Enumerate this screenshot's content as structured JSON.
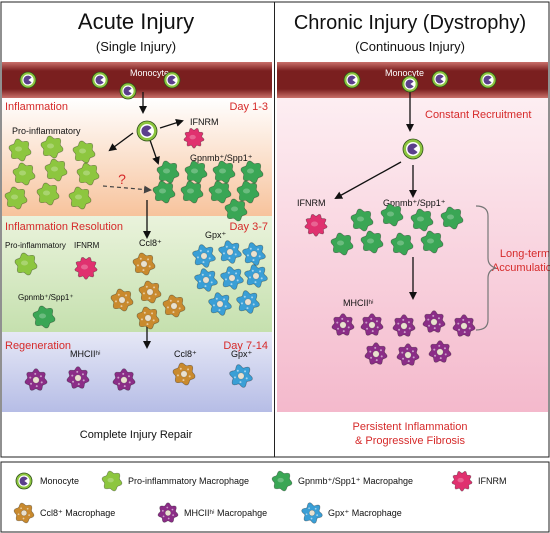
{
  "left": {
    "title": "Acute Injury",
    "subtitle": "(Single Injury)",
    "monocyte_label": "Monocyte",
    "inflammation": {
      "label": "Inflammation",
      "day": "Day 1-3",
      "pro_label": "Pro-inflammatory",
      "ifnrm_label": "IFNRM",
      "gpnmb_label": "Gpnmb⁺/Spp1⁺",
      "question": "?"
    },
    "resolution": {
      "label": "Inflammation Resolution",
      "day": "Day 3-7",
      "pro_label": "Pro-inflammatory",
      "ifnrm_label": "IFNRM",
      "gpnmb_label": "Gpnmb⁺/Spp1⁺",
      "ccl8_label": "Ccl8⁺",
      "gpx_label": "Gpx⁺"
    },
    "regeneration": {
      "label": "Regeneration",
      "day": "Day 7-14",
      "mhc_label": "MHCIIʰⁱ",
      "ccl8_label": "Ccl8⁺",
      "gpx_label": "Gpx⁺"
    },
    "outcome": "Complete Injury Repair"
  },
  "right": {
    "title": "Chronic Injury (Dystrophy)",
    "subtitle": "(Continuous Injury)",
    "monocyte_label": "Monocyte",
    "recruitment": "Constant Recruitment",
    "ifnrm_label": "IFNRM",
    "gpnmb_label": "Gpnmb⁺/Spp1⁺",
    "mhc_label": "MHCIIʰⁱ",
    "accumulation_line1": "Long-term",
    "accumulation_line2": "Accumulation",
    "outcome_line1": "Persistent Inflammation",
    "outcome_line2": "& Progressive Fibrosis"
  },
  "legend": {
    "monocyte": "Monocyte",
    "pro": "Pro-inflammatory Macrophage",
    "gpnmb": "Gpnmb⁺/Spp1⁺ Macropahge",
    "ifnrm": "IFNRM",
    "ccl8": "Ccl8⁺ Macrophage",
    "mhc": "MHCIIʰⁱ Macropahge",
    "gpx": "Gpx⁺ Macrophage"
  },
  "colors": {
    "monocyte_ring": "#8dc63f",
    "monocyte_core": "#5b3f8c",
    "pro": "#8dc63f",
    "gpnmb": "#3aa655",
    "ifnrm": "#e0316f",
    "ccl8": "#c98a2e",
    "mhc": "#8b2d87",
    "gpx": "#3a9fd6",
    "red_text": "#d62a2a",
    "vessel": "#7a1f1f"
  }
}
